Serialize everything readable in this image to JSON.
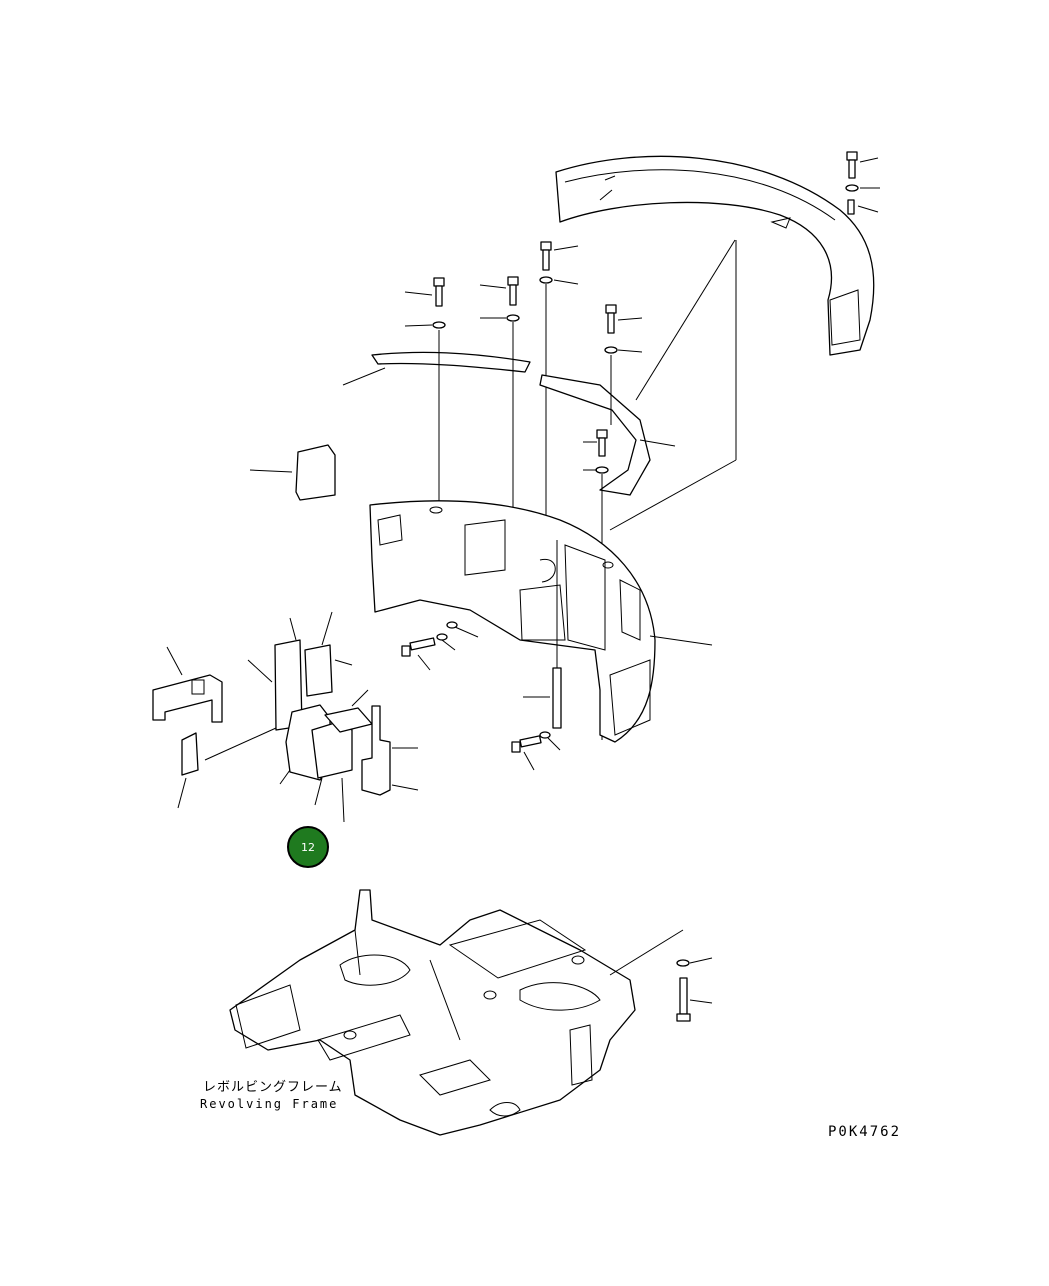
{
  "diagram": {
    "drawing_code": "P0K4762",
    "frame_label_jp": "レボルビングフレーム",
    "frame_label_en": "Revolving Frame",
    "callout": {
      "number": "12",
      "color": "#1f7a1f"
    }
  }
}
